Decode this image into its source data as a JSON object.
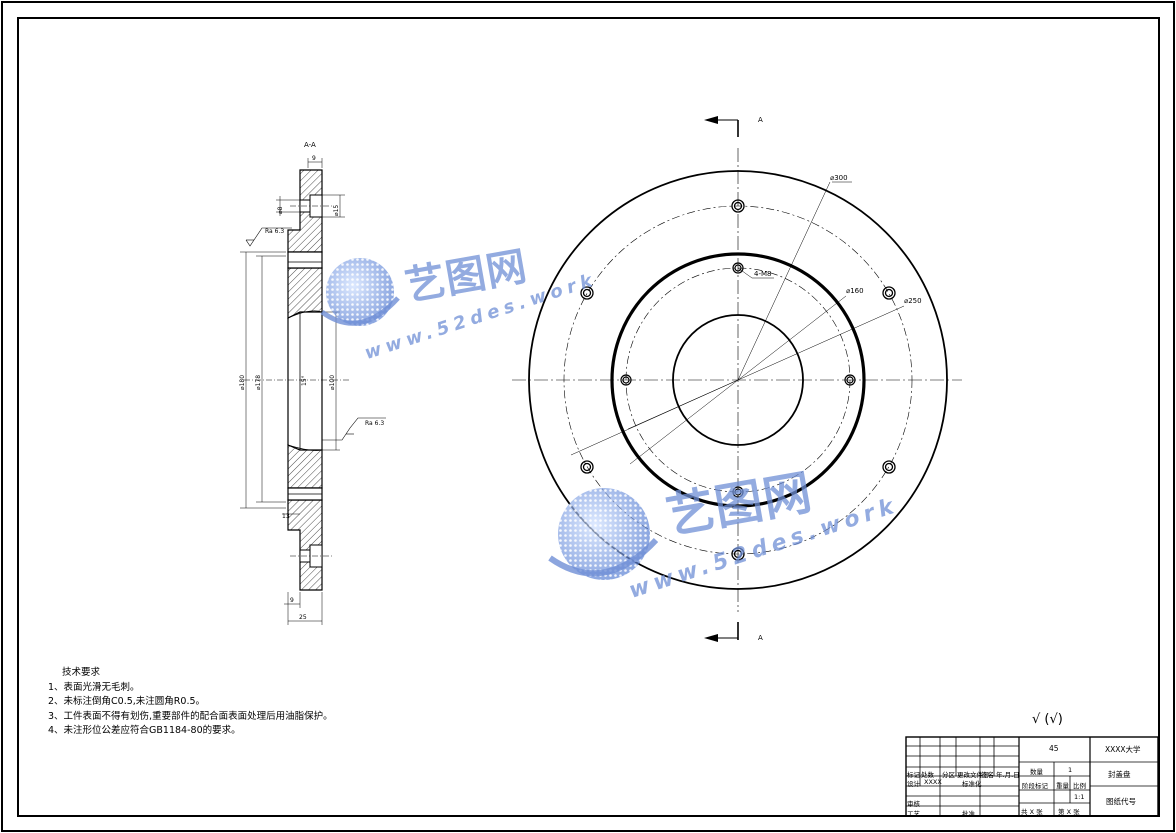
{
  "section_label": "A-A",
  "view_markers": {
    "top": "A",
    "bottom": "A"
  },
  "front_view": {
    "dia_outer": "⌀300",
    "dia_bolt_circle": "⌀250",
    "dia_boss": "⌀160",
    "holes": "4-M8"
  },
  "section_view": {
    "dim_thickness": "9",
    "dim_total": "25",
    "dim_bottom": "9",
    "dim_step": "13",
    "dim_hole_dia": "⌀8",
    "dim_hole_cbore": "⌀15",
    "dim_d180": "⌀180",
    "dim_d178": "⌀178",
    "dim_d100": "⌀100",
    "angle": "15°",
    "roughness_top": "Ra 6.3",
    "roughness_bottom": "Ra 6.3"
  },
  "tech_requirements": {
    "title": "技术要求",
    "items": [
      "1、表面光滑无毛刺。",
      "2、未标注倒角C0.5,未注圆角R0.5。",
      "3、工件表面不得有划伤,重要部件的配合面表面处理后用油脂保护。",
      "4、未注形位公差应符合GB1184-80的要求。"
    ]
  },
  "roughness_general": "√ (√)",
  "watermark": {
    "brand_cn": "艺图网",
    "url": "www.52des.work",
    "color": "#6f8fd6"
  },
  "title_block": {
    "material": "45",
    "school": "XXXX大学",
    "part_name": "封盖盘",
    "qty_label": "数量",
    "qty": "1",
    "stage_label": "阶段标记",
    "weight_label": "重量",
    "scale_label": "比例",
    "scale": "1:1",
    "drawing_no": "图纸代号",
    "sheet_total": "共 X 张",
    "sheet_no": "第 X 张",
    "col_mark": "标记",
    "col_count": "处数",
    "col_zone": "分区",
    "col_change": "更改文件号",
    "col_sign": "签名",
    "col_date": "年.月.日",
    "designer_label": "设计",
    "designer": "XXXX",
    "std_label": "标准化",
    "audit_label": "审核",
    "process_label": "工艺",
    "approve_label": "批准"
  }
}
